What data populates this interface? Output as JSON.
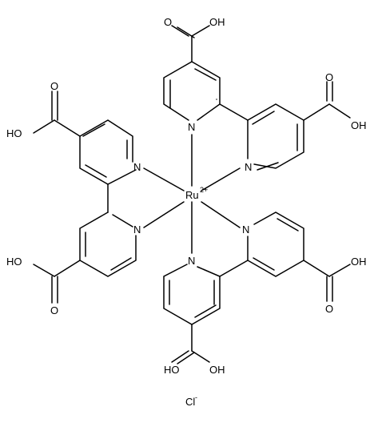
{
  "structure": {
    "metal": {
      "symbol": "Ru",
      "charge": "2+"
    },
    "counterion": {
      "symbol": "Cl",
      "charge": "-"
    },
    "atom_labels": {
      "nitrogen": "N",
      "oxygen": "O",
      "hydroxyl": "OH",
      "hydroxyl_left": "HO"
    },
    "ligands": [
      "4,4'-dicarboxy-2,2'-bipyridine",
      "4,4'-dicarboxy-2,2'-bipyridine",
      "4,4'-dicarboxy-2,2'-bipyridine"
    ]
  },
  "colors": {
    "ink": "#000000",
    "background": "#ffffff"
  }
}
